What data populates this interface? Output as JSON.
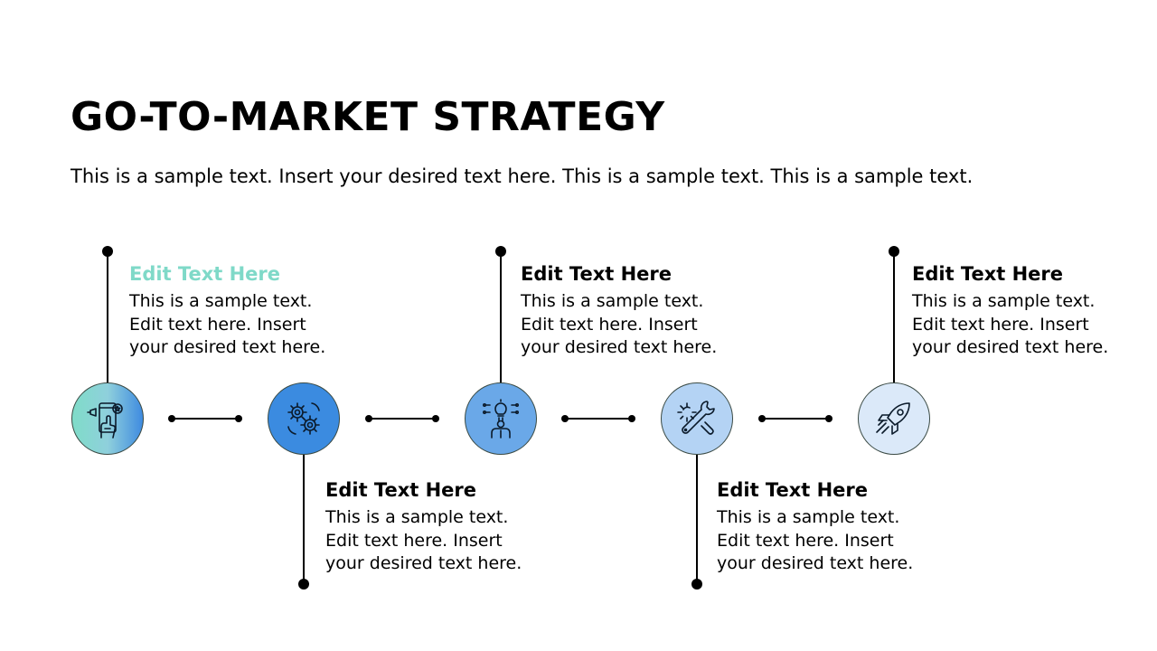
{
  "slide": {
    "title": "GO-TO-MARKET STRATEGY",
    "subtitle": "This is a sample text. Insert your desired text here. This is a sample text. This is a sample text."
  },
  "steps": [
    {
      "heading": "Edit Text Here",
      "heading_color": "#7fd9c8",
      "lines": [
        "This is a sample text.",
        "Edit text here. Insert",
        "your desired text here."
      ],
      "icon": "smartphone-megaphone-icon",
      "circle_fill": "gradient-teal-blue"
    },
    {
      "heading": "Edit Text Here",
      "heading_color": "#000000",
      "lines": [
        "This is a sample text.",
        "Edit text here. Insert",
        "your desired text here."
      ],
      "icon": "gears-icon",
      "circle_fill": "#3b8be0"
    },
    {
      "heading": "Edit Text Here",
      "heading_color": "#000000",
      "lines": [
        "This is a sample text.",
        "Edit text here. Insert",
        "your desired text here."
      ],
      "icon": "idea-person-icon",
      "circle_fill": "#6aa8e8"
    },
    {
      "heading": "Edit Text Here",
      "heading_color": "#000000",
      "lines": [
        "This is a sample text.",
        "Edit text here. Insert",
        "your desired text here."
      ],
      "icon": "wrench-gear-icon",
      "circle_fill": "#b4d3f4"
    },
    {
      "heading": "Edit Text Here",
      "heading_color": "#000000",
      "lines": [
        "This is a sample text.",
        "Edit text here. Insert",
        "your desired text here."
      ],
      "icon": "rocket-icon",
      "circle_fill": "#dbe9f9"
    }
  ]
}
